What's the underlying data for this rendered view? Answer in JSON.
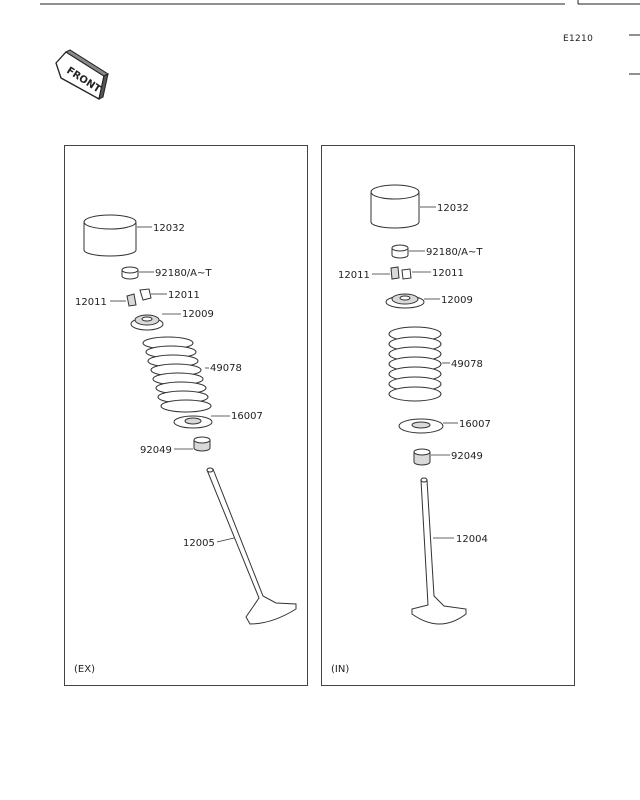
{
  "header": {
    "diagram_code": "E1210"
  },
  "front_marker": {
    "label": "FRONT",
    "icon": "front-arrow-icon"
  },
  "panels": {
    "exhaust": {
      "tag": "(EX)",
      "parts": {
        "tappet": "12032",
        "shim": "92180/A~T",
        "cotter_left": "12011",
        "cotter_right": "12011",
        "retainer": "12009",
        "spring": "49078",
        "spring_seat": "16007",
        "oil_seal": "92049",
        "valve": "12005"
      }
    },
    "intake": {
      "tag": "(IN)",
      "parts": {
        "tappet": "12032",
        "shim": "92180/A~T",
        "cotter_left": "12011",
        "cotter_right": "12011",
        "retainer": "12009",
        "spring": "49078",
        "spring_seat": "16007",
        "oil_seal": "92049",
        "valve": "12004"
      }
    }
  }
}
